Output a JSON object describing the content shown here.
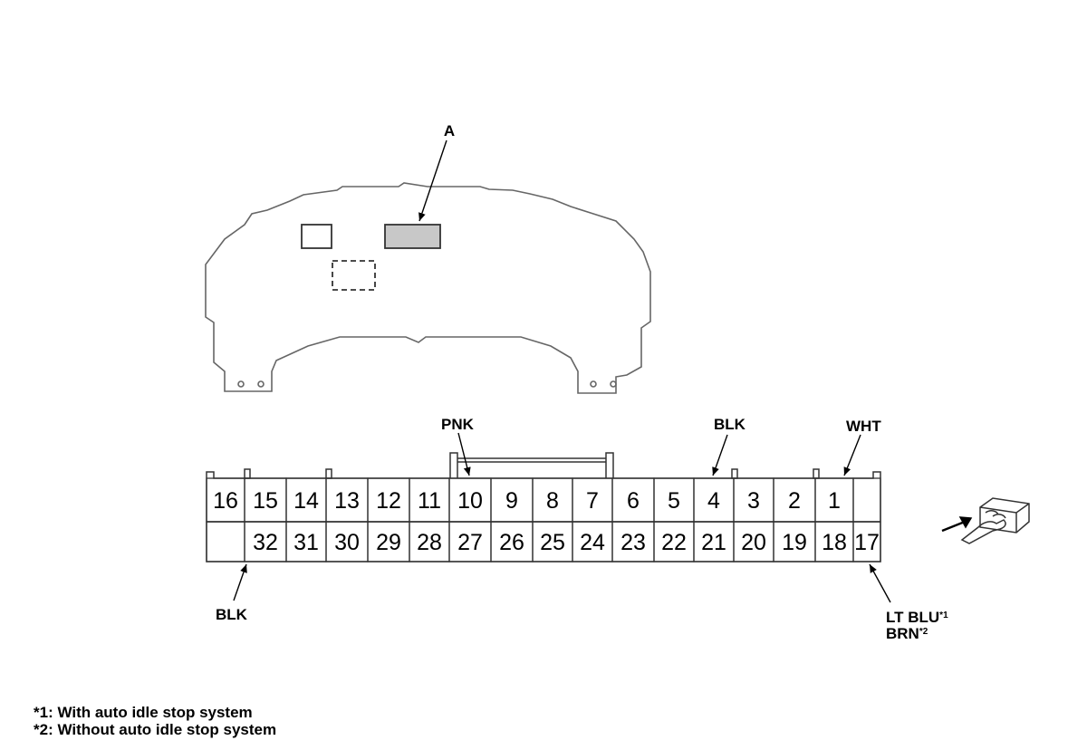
{
  "cluster": {
    "callout": "A"
  },
  "connector": {
    "top_row": [
      "16",
      "15",
      "14",
      "13",
      "12",
      "11",
      "10",
      "9",
      "8",
      "7",
      "6",
      "5",
      "4",
      "3",
      "2",
      "1",
      ""
    ],
    "bottom_row": [
      "",
      "32",
      "31",
      "30",
      "29",
      "28",
      "27",
      "26",
      "25",
      "24",
      "23",
      "22",
      "21",
      "20",
      "19",
      "18",
      "17"
    ]
  },
  "wires": {
    "pnk": "PNK",
    "blk_top": "BLK",
    "wht": "WHT",
    "blk_bottom": "BLK",
    "pin17_line1": "LT BLU",
    "pin17_line1_mark": "*1",
    "pin17_line2": "BRN",
    "pin17_line2_mark": "*2"
  },
  "footnotes": [
    "*1: With auto idle stop system",
    "*2: Without auto idle stop system"
  ],
  "icons": {
    "probe": "terminal-side-view-icon"
  }
}
